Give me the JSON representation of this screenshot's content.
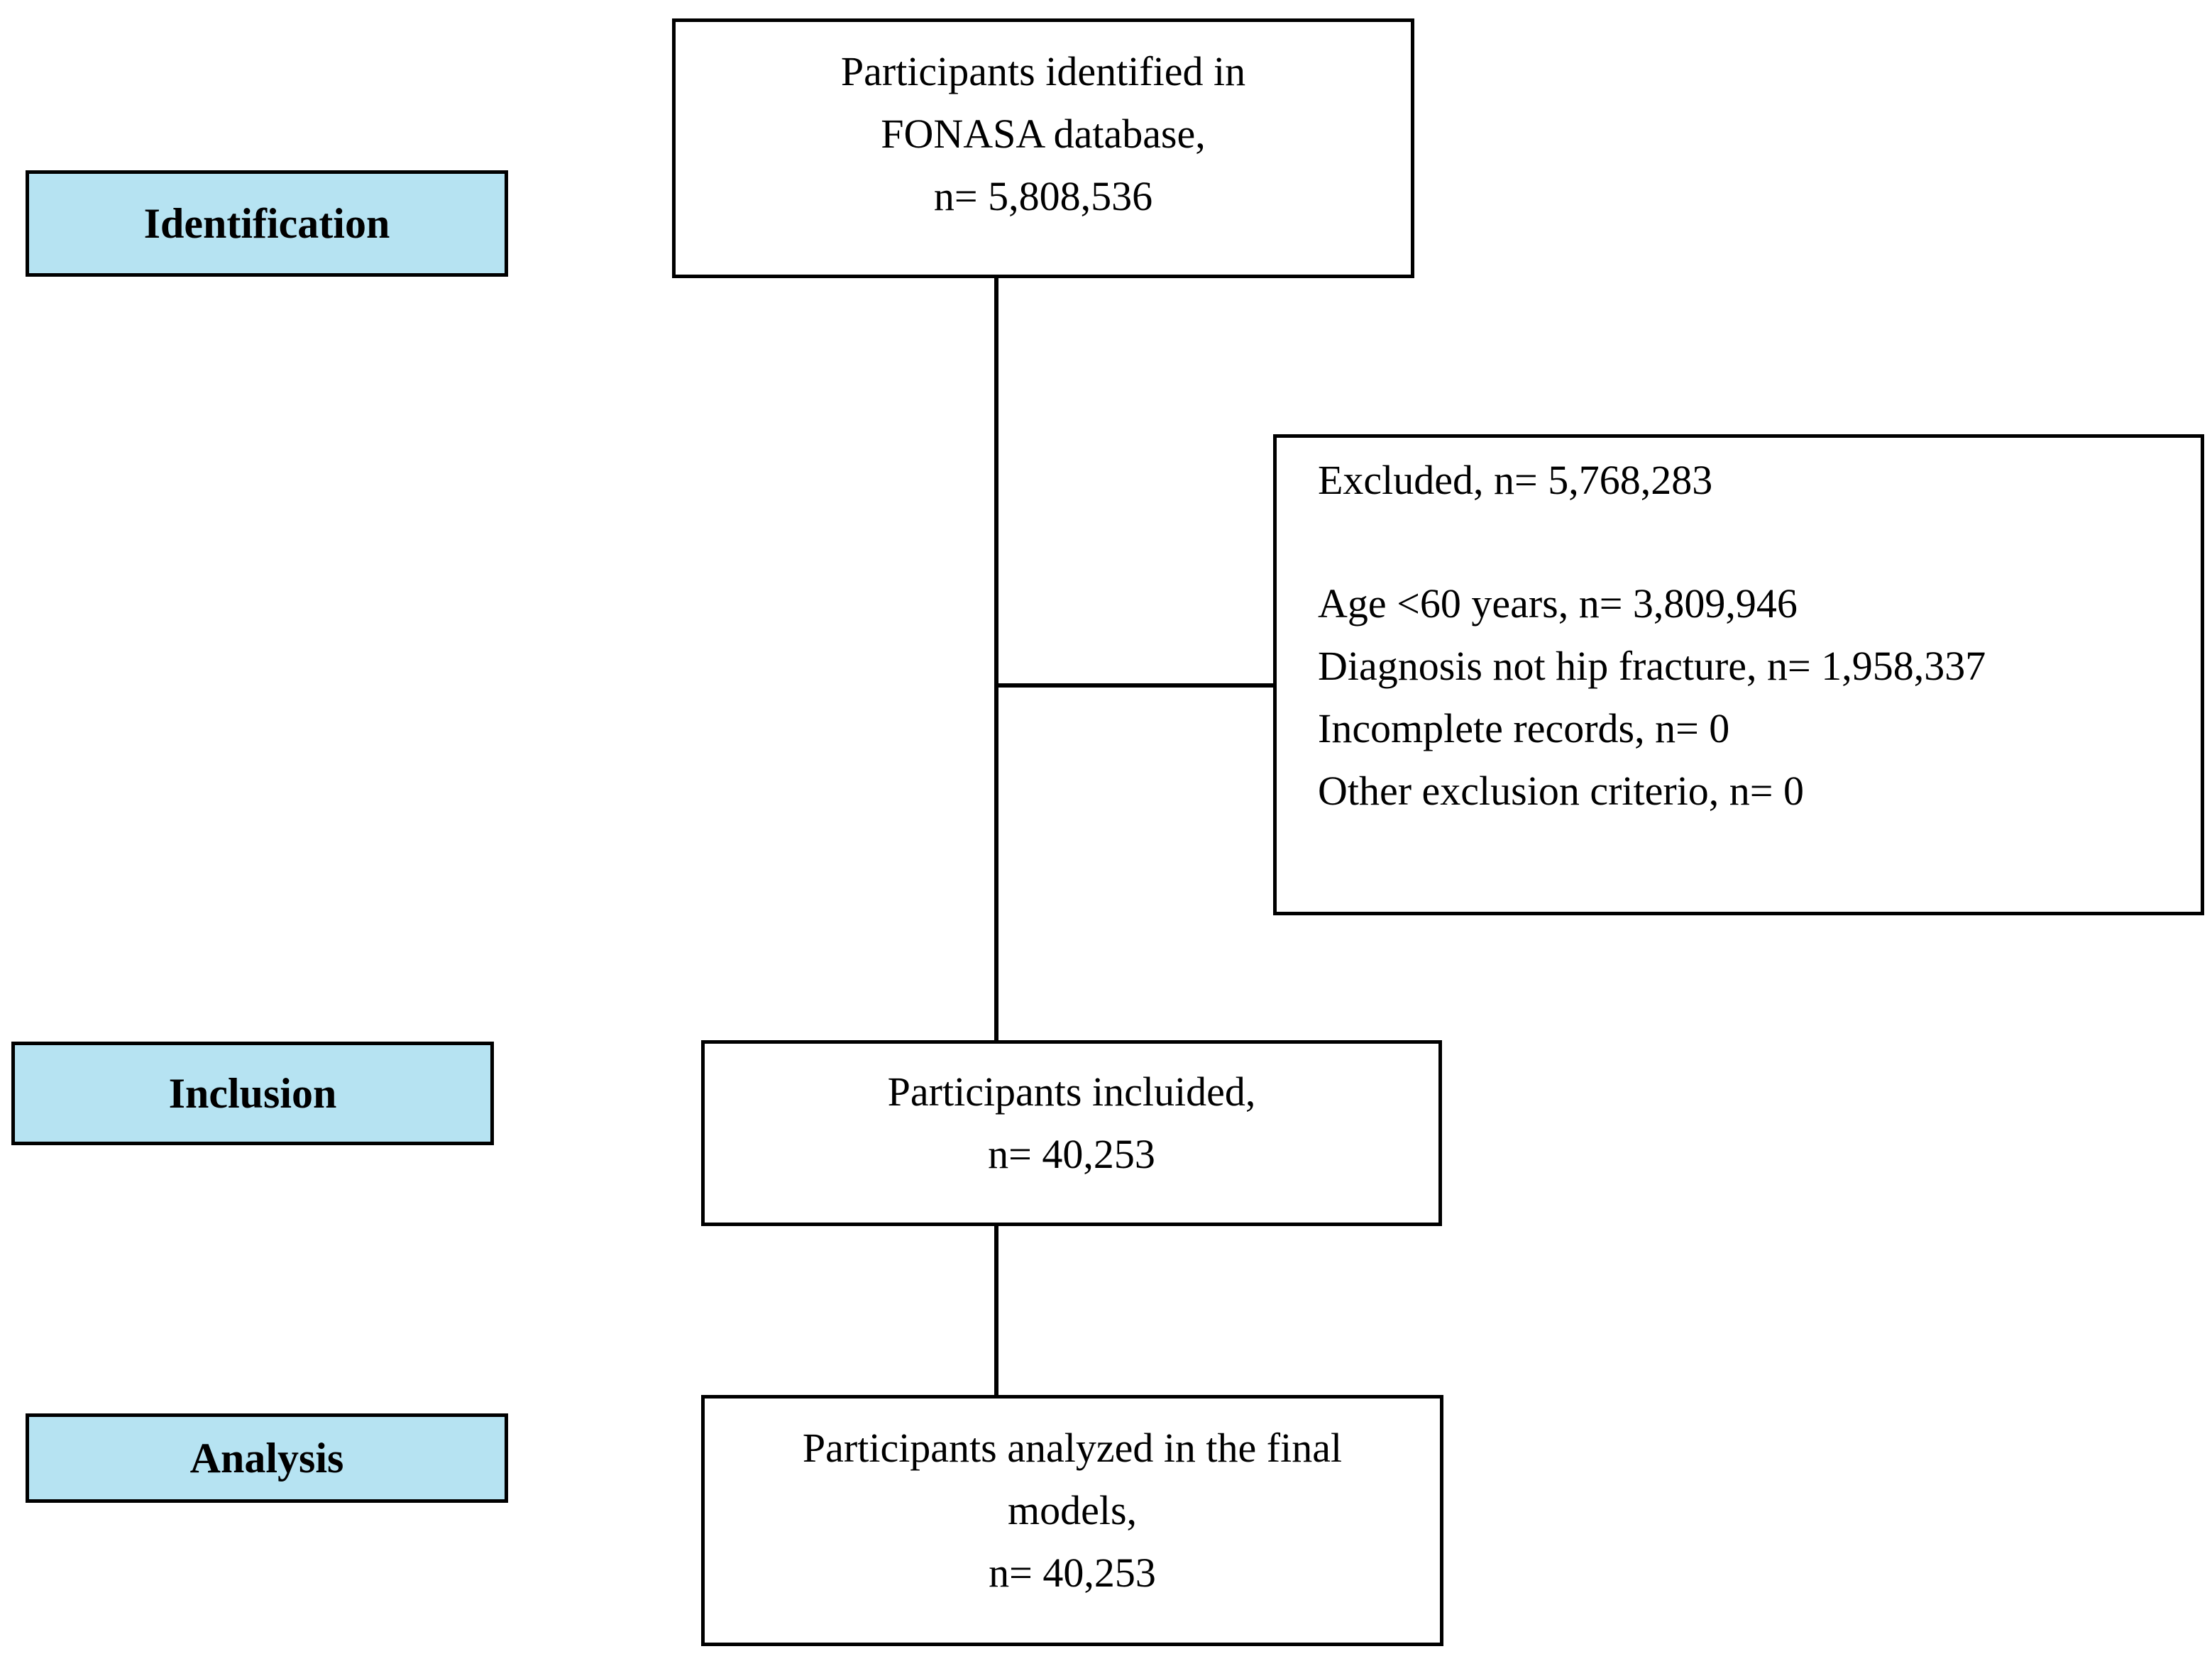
{
  "figure": {
    "background": "#ffffff",
    "line_color": "#000000",
    "stage_fill": "#b6e3f2"
  },
  "stages": {
    "identification": "Identification",
    "inclusion": "Inclusion",
    "analysis": "Analysis"
  },
  "boxes": {
    "identified": {
      "lines": [
        "Participants identified in",
        "FONASA database,",
        "n= 5,808,536"
      ]
    },
    "excluded": {
      "title": "Excluded, n= 5,768,283",
      "items": [
        "Age <60 years, n= 3,809,946",
        "Diagnosis not hip fracture, n= 1,958,337",
        "Incomplete records, n= 0",
        "Other exclusion criterio, n= 0"
      ]
    },
    "included": {
      "lines": [
        "Participants incluided,",
        "n= 40,253"
      ]
    },
    "analyzed": {
      "lines": [
        "Participants analyzed in the final",
        "models,",
        "n= 40,253"
      ]
    }
  }
}
